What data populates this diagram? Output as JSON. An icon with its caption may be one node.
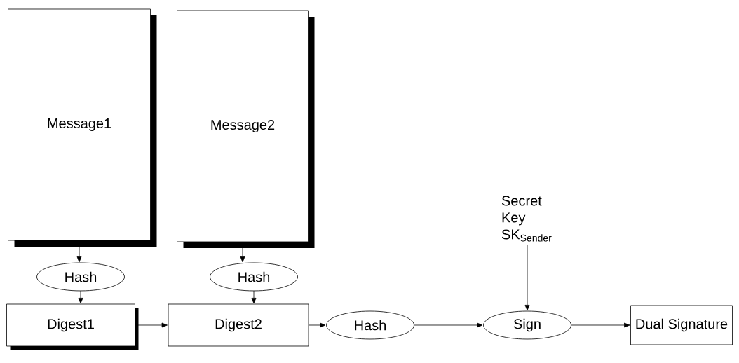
{
  "diagram": {
    "nodes": [
      {
        "text": [
          "Message1"
        ]
      },
      {
        "text": [
          "Message2"
        ]
      },
      {
        "text": [
          "Hash"
        ]
      },
      {
        "text": [
          "Hash"
        ]
      },
      {
        "text": [
          "Digest1"
        ]
      },
      {
        "text": [
          "Digest2"
        ]
      },
      {
        "text": [
          "Hash"
        ]
      },
      {
        "text": [
          "Secret Key SK$_{Sender}$"
        ]
      },
      {
        "text": [
          "Sign"
        ]
      },
      {
        "text": [
          "Dual Signature"
        ]
      }
    ],
    "edges": [
      {
        "from": 0,
        "to": 2,
        "arrow": "to"
      },
      {
        "from": 2,
        "to": 4,
        "arrow": "to"
      },
      {
        "from": 1,
        "to": 3,
        "arrow": "to"
      },
      {
        "from": 3,
        "to": 5,
        "arrow": "to"
      },
      {
        "from": 4,
        "to": 5,
        "arrow": "to"
      },
      {
        "from": 5,
        "to": 6,
        "arrow": "to"
      },
      {
        "from": 6,
        "to": 8,
        "arrow": "to"
      },
      {
        "from": 7,
        "to": 8,
        "arrow": "to"
      },
      {
        "from": 8,
        "to": 9,
        "arrow": "to"
      }
    ]
  }
}
